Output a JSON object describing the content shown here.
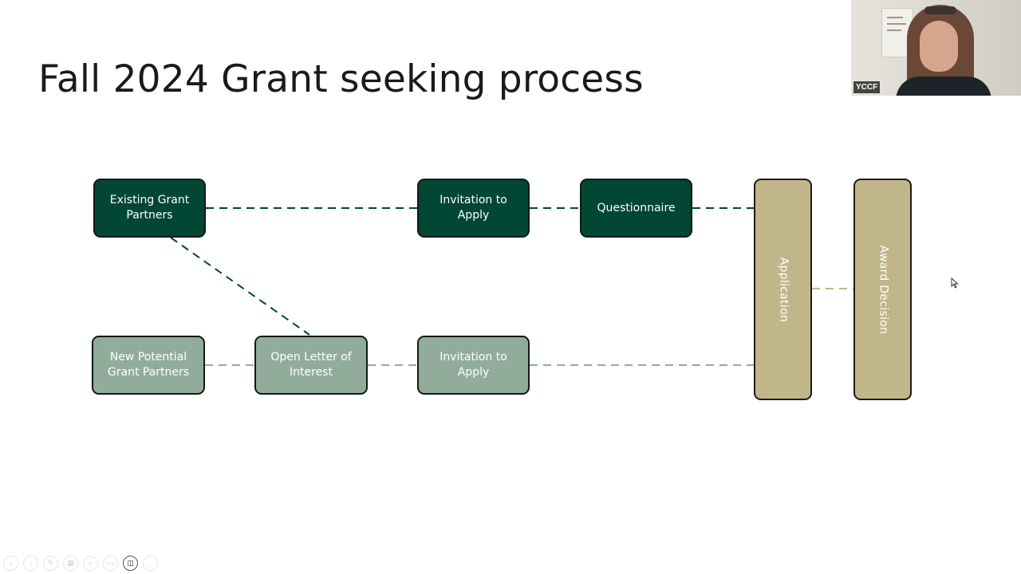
{
  "slide": {
    "title": "Fall 2024 Grant seeking process"
  },
  "diagram": {
    "existing_grant_partners": "Existing Grant Partners",
    "invitation_to_apply_top": "Invitation to Apply",
    "questionnaire": "Questionnaire",
    "new_potential_grant_partners": "New Potential Grant Partners",
    "open_letter_of_interest": "Open Letter of Interest",
    "invitation_to_apply_bottom": "Invitation to Apply",
    "application": "Application",
    "award_decision": "Award Decision"
  },
  "video": {
    "participant_label": "YCCF"
  },
  "toolbar": {
    "buttons": [
      {
        "icon": "arrow-left-icon",
        "glyph": "‹"
      },
      {
        "icon": "arrow-right-icon",
        "glyph": "›"
      },
      {
        "icon": "pen-icon",
        "glyph": "✎"
      },
      {
        "icon": "slides-icon",
        "glyph": "▦"
      },
      {
        "icon": "zoom-icon",
        "glyph": "⌕"
      },
      {
        "icon": "subtitles-icon",
        "glyph": "▭"
      },
      {
        "icon": "camera-icon",
        "glyph": "◫"
      },
      {
        "icon": "more-icon",
        "glyph": "…"
      }
    ]
  },
  "colors": {
    "dark_green": "#014733",
    "light_green": "#92ac9b",
    "tan": "#c1b68a"
  }
}
